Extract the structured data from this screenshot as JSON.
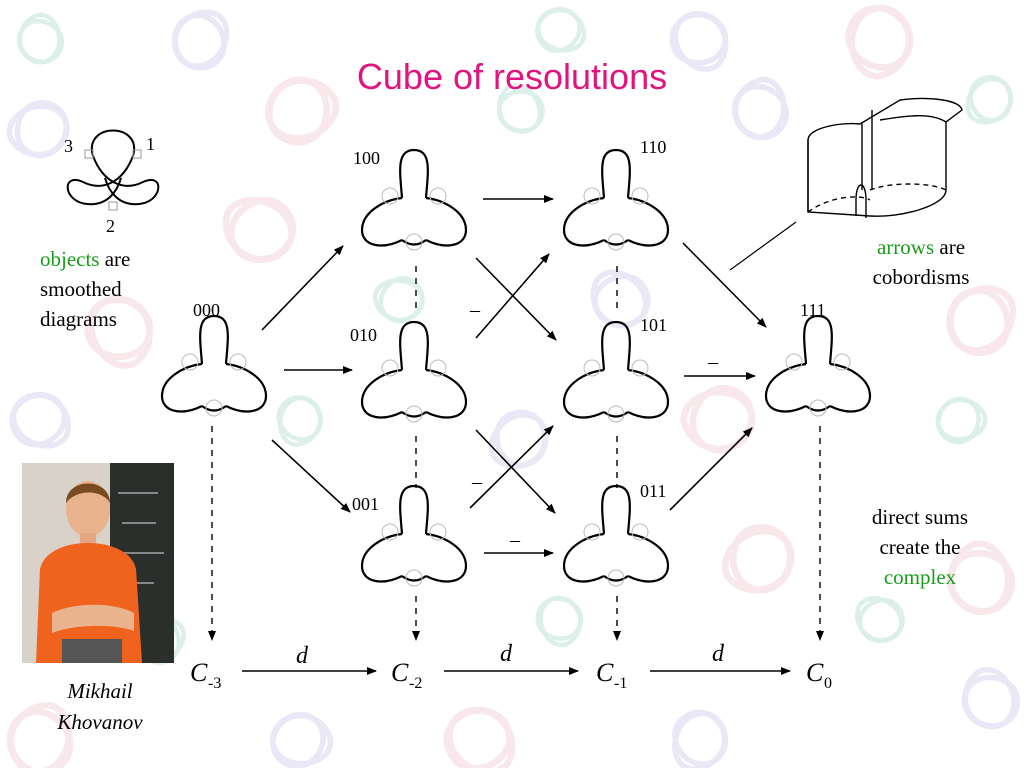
{
  "title": "Cube of resolutions",
  "trefoil_labels": [
    "3",
    "1",
    "2"
  ],
  "objects_note": {
    "highlight": "objects",
    "line1_rest": " are",
    "line2": "smoothed",
    "line3": "diagrams"
  },
  "arrows_note": {
    "highlight": "arrows",
    "line1_rest": " are",
    "line2": "cobordisms"
  },
  "sums_note": {
    "line1": "direct sums",
    "line2": "create the",
    "highlight": "complex"
  },
  "vertices": [
    {
      "label": "000"
    },
    {
      "label": "100"
    },
    {
      "label": "010"
    },
    {
      "label": "001"
    },
    {
      "label": "110"
    },
    {
      "label": "101"
    },
    {
      "label": "011"
    },
    {
      "label": "111"
    }
  ],
  "minus_sign": "–",
  "complex": {
    "differential": "d",
    "terms": [
      {
        "base": "C",
        "sub": "-3"
      },
      {
        "base": "C",
        "sub": "-2"
      },
      {
        "base": "C",
        "sub": "-1"
      },
      {
        "base": "C",
        "sub": "0"
      }
    ]
  },
  "person": {
    "first": "Mikhail",
    "last": "Khovanov"
  },
  "colors": {
    "title": "#e0147e",
    "highlight": "#1a9c1a",
    "background_knots": [
      "#b9e0d2",
      "#d4d0ec",
      "#f1cfd6"
    ]
  }
}
